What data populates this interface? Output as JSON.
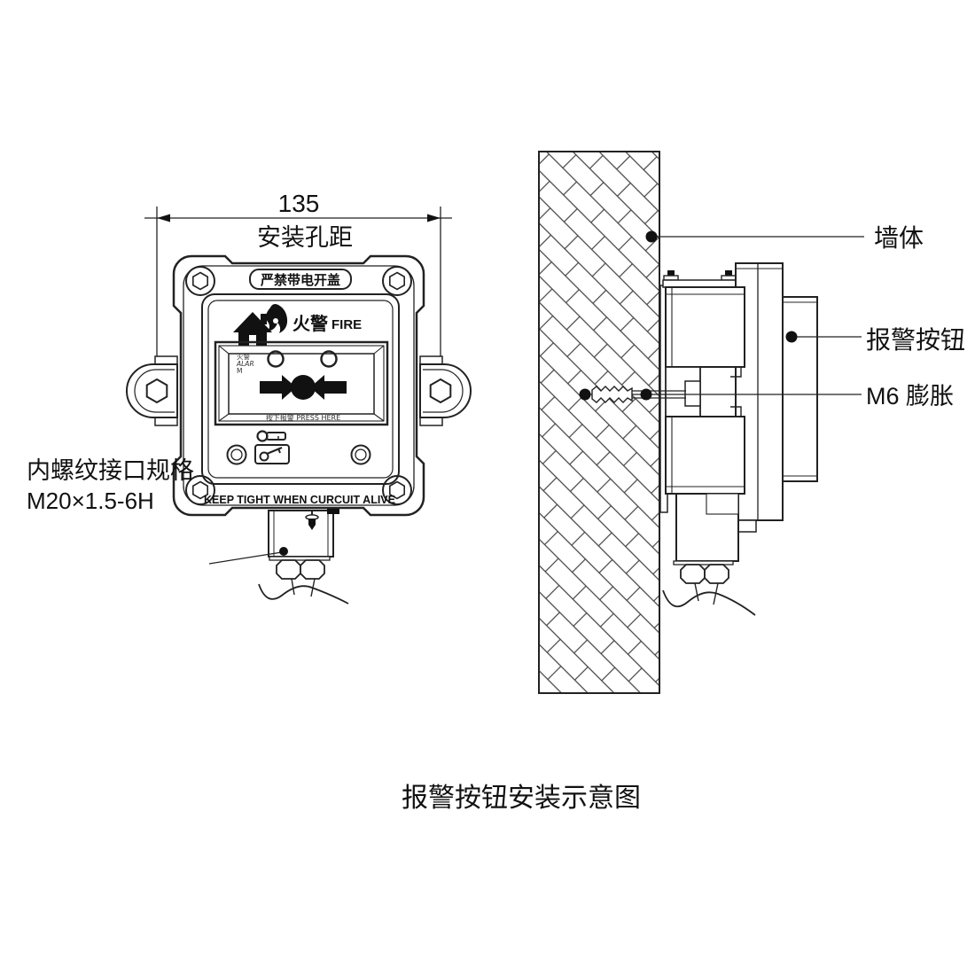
{
  "front_view": {
    "dimension_value": "135",
    "dimension_label": "安装孔距",
    "top_warning": "严禁带电开盖",
    "fire_label_cn": "火警",
    "fire_label_en": "FIRE",
    "led_caption_line1": "火警",
    "led_caption_line2": "ALAR",
    "led_caption_line3": "M",
    "press_hint": "按下报警  PRESS HERE",
    "bottom_warning": "KEEP TIGHT WHEN CURCUIT ALIVE",
    "thread_spec_line1": "内螺纹接口规格",
    "thread_spec_line2": "M20×1.5-6H"
  },
  "side_view": {
    "label_wall": "墙体",
    "label_button": "报警按钮",
    "label_bolt": "M6 膨胀"
  },
  "caption": "报警按钮安装示意图",
  "icons": {
    "fire_alarm": "burning-house-icon",
    "key": "key-icon",
    "reset_lock": "key-reset-icon",
    "press_button": "press-arrows-dot-icon",
    "corner_screw": "hex-screw-icon",
    "cable_gland": "hex-gland-nut-icon"
  },
  "colors": {
    "line": "#222222",
    "text": "#111111",
    "background": "#ffffff"
  }
}
